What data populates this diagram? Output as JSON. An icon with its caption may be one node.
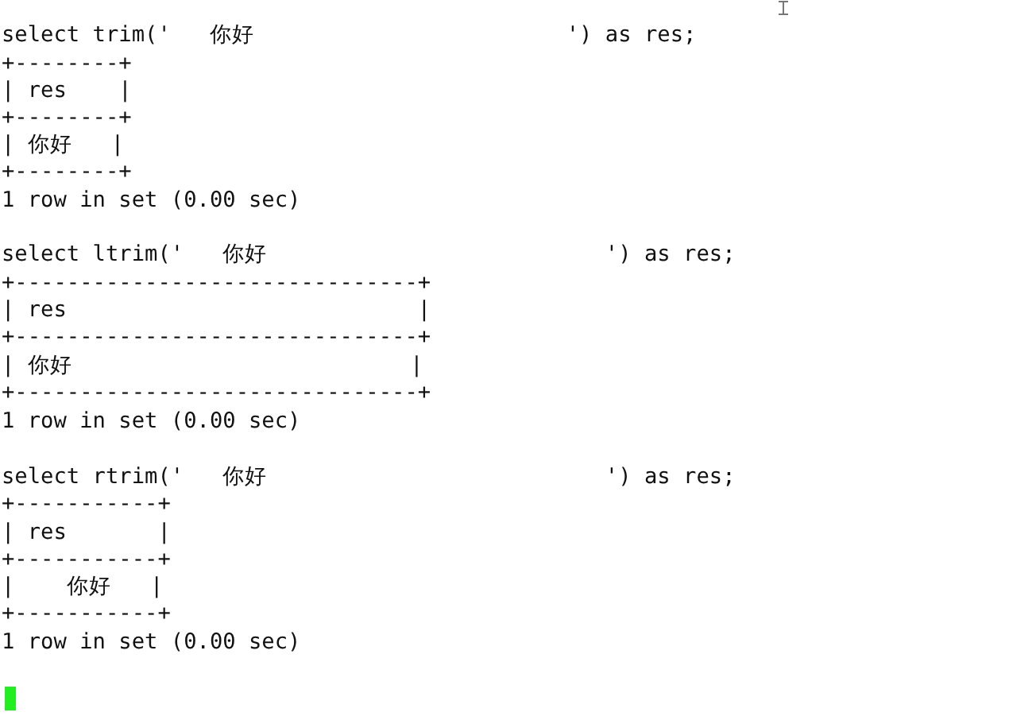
{
  "diagram": {
    "labels": [
      "select trim('   你好                        ') as res;",
      "+--------+",
      "| res    |",
      "+--------+",
      "| 你好   |",
      "+--------+",
      "1 row in set (0.00 sec)",
      "select ltrim('   你好                          ') as res;",
      "+-------------------------------+",
      "| res                           |",
      "+-------------------------------+",
      "| 你好                          |",
      "+-------------------------------+",
      "1 row in set (0.00 sec)",
      "select rtrim('   你好                          ') as res;",
      "+-----------+",
      "| res       |",
      "+-----------+",
      "|    你好   |",
      "+-----------+",
      "1 row in set (0.00 sec)"
    ]
  }
}
